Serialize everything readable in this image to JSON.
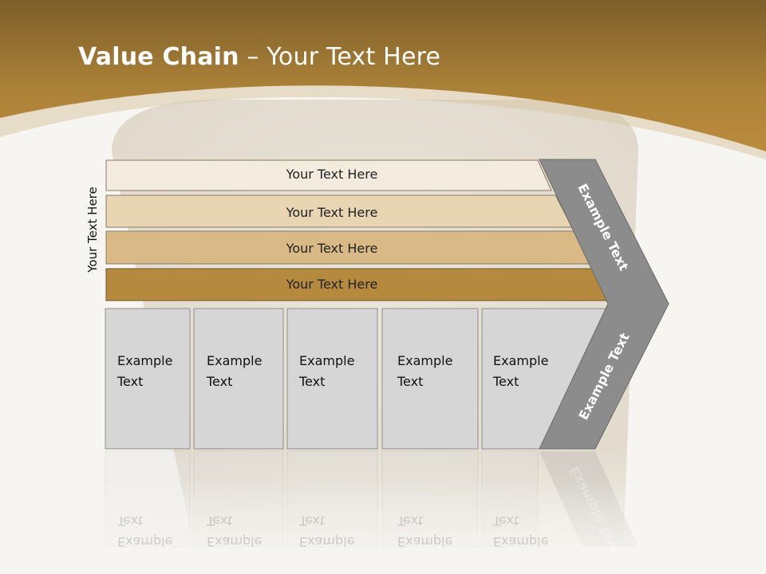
{
  "slide": {
    "title_bold": "Value Chain",
    "title_rest": " – Your Text Here",
    "side_label": "Your Text Here"
  },
  "bars": [
    {
      "label": "Your Text Here"
    },
    {
      "label": "Your Text Here"
    },
    {
      "label": "Your Text Here"
    },
    {
      "label": "Your Text Here"
    }
  ],
  "boxes": [
    {
      "line1": "Example",
      "line2": "Text"
    },
    {
      "line1": "Example",
      "line2": "Text"
    },
    {
      "line1": "Example",
      "line2": "Text"
    },
    {
      "line1": "Example",
      "line2": "Text"
    },
    {
      "line1": "Example",
      "line2": "Text"
    }
  ],
  "chevron": {
    "top_label": "Example Text",
    "bottom_label": "Example Text"
  },
  "colors": {
    "header_gold": "#b8893a",
    "bar1": "#f3ebdd",
    "bar2": "#e8d5b2",
    "bar3": "#d9b985",
    "bar4": "#b58a3e",
    "box_gray": "#d6d6d6",
    "chevron_gray": "#8c8c8c"
  }
}
